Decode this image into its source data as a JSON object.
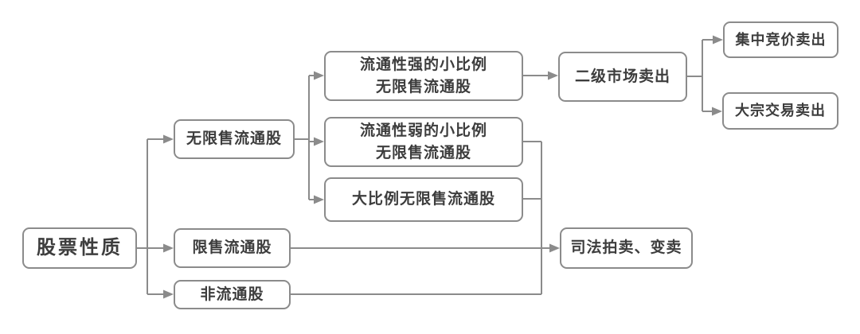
{
  "diagram": {
    "type": "flowchart",
    "nodes": {
      "stock_nature": {
        "label": "股票性质"
      },
      "unrestricted": {
        "label": "无限售流通股"
      },
      "restricted": {
        "label": "限售流通股"
      },
      "non_circulating": {
        "label": "非流通股"
      },
      "strong_small": {
        "label": "流通性强的小比例\n无限售流通股"
      },
      "weak_small": {
        "label": "流通性弱的小比例\n无限售流通股"
      },
      "large_prop": {
        "label": "大比例无限售流通股"
      },
      "secondary": {
        "label": "二级市场卖出"
      },
      "judicial": {
        "label": "司法拍卖、变卖"
      },
      "bidding": {
        "label": "集中竞价卖出"
      },
      "block_trade": {
        "label": "大宗交易卖出"
      }
    },
    "edges": [
      {
        "from": "股票性质",
        "to": "无限售流通股"
      },
      {
        "from": "股票性质",
        "to": "限售流通股"
      },
      {
        "from": "股票性质",
        "to": "非流通股"
      },
      {
        "from": "无限售流通股",
        "to": "流通性强的小比例无限售流通股"
      },
      {
        "from": "无限售流通股",
        "to": "流通性弱的小比例无限售流通股"
      },
      {
        "from": "无限售流通股",
        "to": "大比例无限售流通股"
      },
      {
        "from": "流通性强的小比例无限售流通股",
        "to": "二级市场卖出"
      },
      {
        "from": "二级市场卖出",
        "to": "集中竞价卖出"
      },
      {
        "from": "二级市场卖出",
        "to": "大宗交易卖出"
      },
      {
        "from": "流通性弱的小比例无限售流通股",
        "to": "司法拍卖、变卖"
      },
      {
        "from": "大比例无限售流通股",
        "to": "司法拍卖、变卖"
      },
      {
        "from": "限售流通股",
        "to": "司法拍卖、变卖"
      },
      {
        "from": "非流通股",
        "to": "司法拍卖、变卖"
      }
    ],
    "colors": {
      "box_border": "#8b8b8b",
      "line": "#8b8b8b",
      "arrowhead": "#8b8b8b",
      "text": "#3d3d3d",
      "background": "#ffffff"
    }
  }
}
